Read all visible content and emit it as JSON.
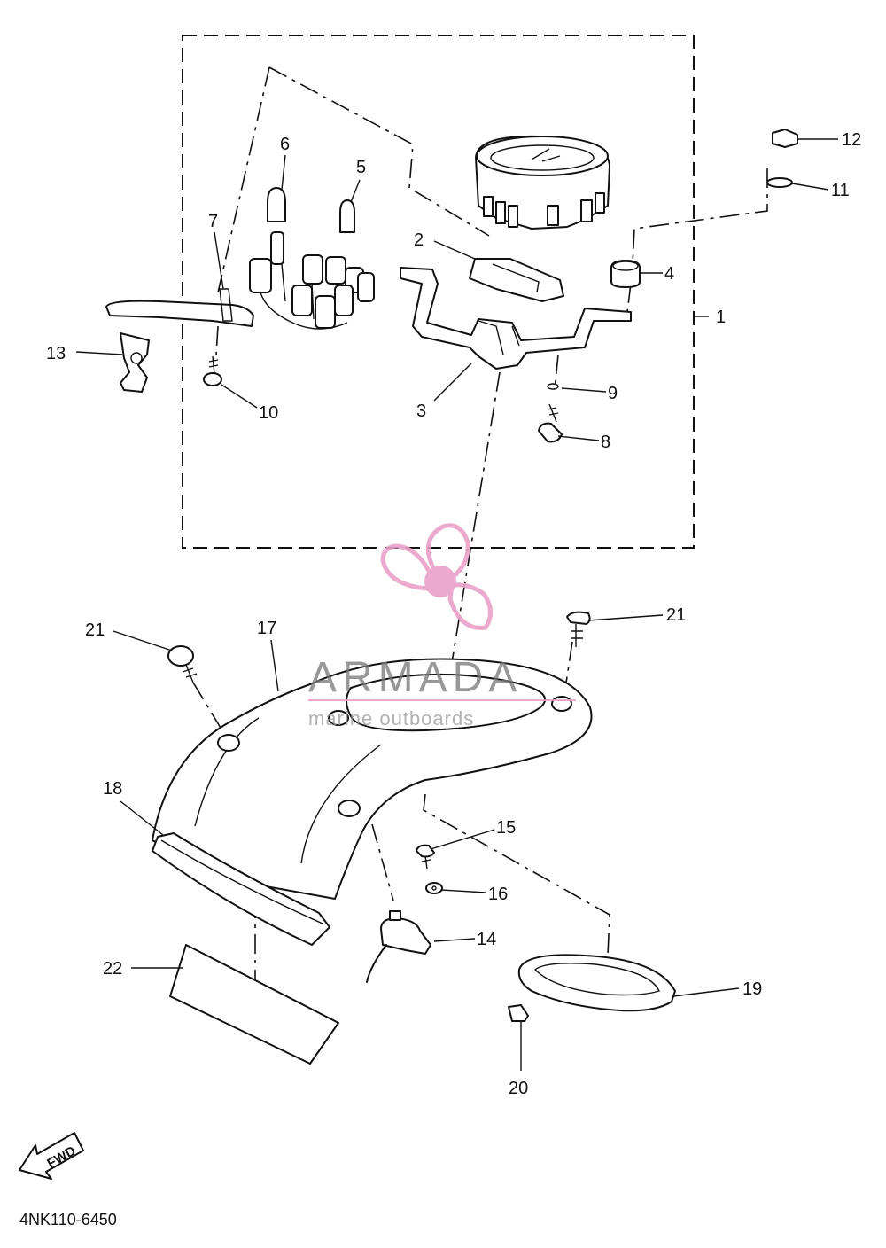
{
  "callouts": [
    {
      "label": "1"
    },
    {
      "label": "2"
    },
    {
      "label": "3"
    },
    {
      "label": "4"
    },
    {
      "label": "5"
    },
    {
      "label": "6"
    },
    {
      "label": "7"
    },
    {
      "label": "8"
    },
    {
      "label": "9"
    },
    {
      "label": "10"
    },
    {
      "label": "11"
    },
    {
      "label": "12"
    },
    {
      "label": "13"
    },
    {
      "label": "14"
    },
    {
      "label": "15"
    },
    {
      "label": "16"
    },
    {
      "label": "17"
    },
    {
      "label": "18"
    },
    {
      "label": "19"
    },
    {
      "label": "20"
    },
    {
      "label": "21"
    },
    {
      "label": "21"
    },
    {
      "label": "22"
    }
  ],
  "watermark": {
    "brand": "ARMADA",
    "tagline": "marine outboards",
    "color": "#e9a0c8"
  },
  "direction_arrow": {
    "label": "FWD"
  },
  "diagram_ref": "4NK110-6450"
}
